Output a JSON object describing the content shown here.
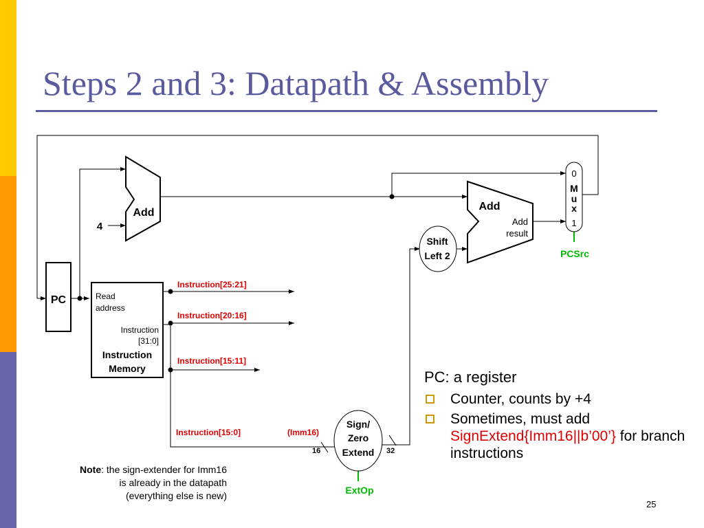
{
  "colors": {
    "title": "#5a5a9e",
    "strip_top": "#ffcc00",
    "strip_mid": "#ff9900",
    "strip_bottom": "#6666aa",
    "bus_label": "#e00000",
    "control": "#00bb00",
    "bullet_box": "#cc9900"
  },
  "slide": {
    "title": "Steps 2 and 3:  Datapath & Assembly",
    "page_number": "25"
  },
  "diagram": {
    "pc_label": "PC",
    "adder1_label": "Add",
    "constant_four": "4",
    "adder2_label": "Add",
    "adder2_output_line1": "Add",
    "adder2_output_line2": "result",
    "shift_line1": "Shift",
    "shift_line2": "Left 2",
    "mux_in0": "0",
    "mux_m": "M",
    "mux_u": "u",
    "mux_x": "x",
    "mux_in1": "1",
    "pcsrc": "PCSrc",
    "imem_read1": "Read",
    "imem_read2": "address",
    "imem_instr1": "Instruction",
    "imem_instr2": "[31:0]",
    "imem_title1": "Instruction",
    "imem_title2": "Memory",
    "bus_25_21": "Instruction[25:21]",
    "bus_20_16": "Instruction[20:16]",
    "bus_15_11": "Instruction[15:11]",
    "bus_15_0": "Instruction[15:0]",
    "imm16": "(Imm16)",
    "width16": "16",
    "width32": "32",
    "ext_line1": "Sign/",
    "ext_line2": "Zero",
    "ext_line3": "Extend",
    "extop": "ExtOp"
  },
  "bullets": {
    "lead": "PC: a register",
    "item1": "Counter, counts by +4",
    "item2_pre": "Sometimes, must add",
    "item2_red": "SignExtend{Imm16||b’00’}",
    "item2_post": " for branch instructions"
  },
  "note": {
    "bold": "Note",
    "line1": ":  the sign-extender for Imm16",
    "line2": "is already in the datapath",
    "line3": "(everything else is new)"
  }
}
